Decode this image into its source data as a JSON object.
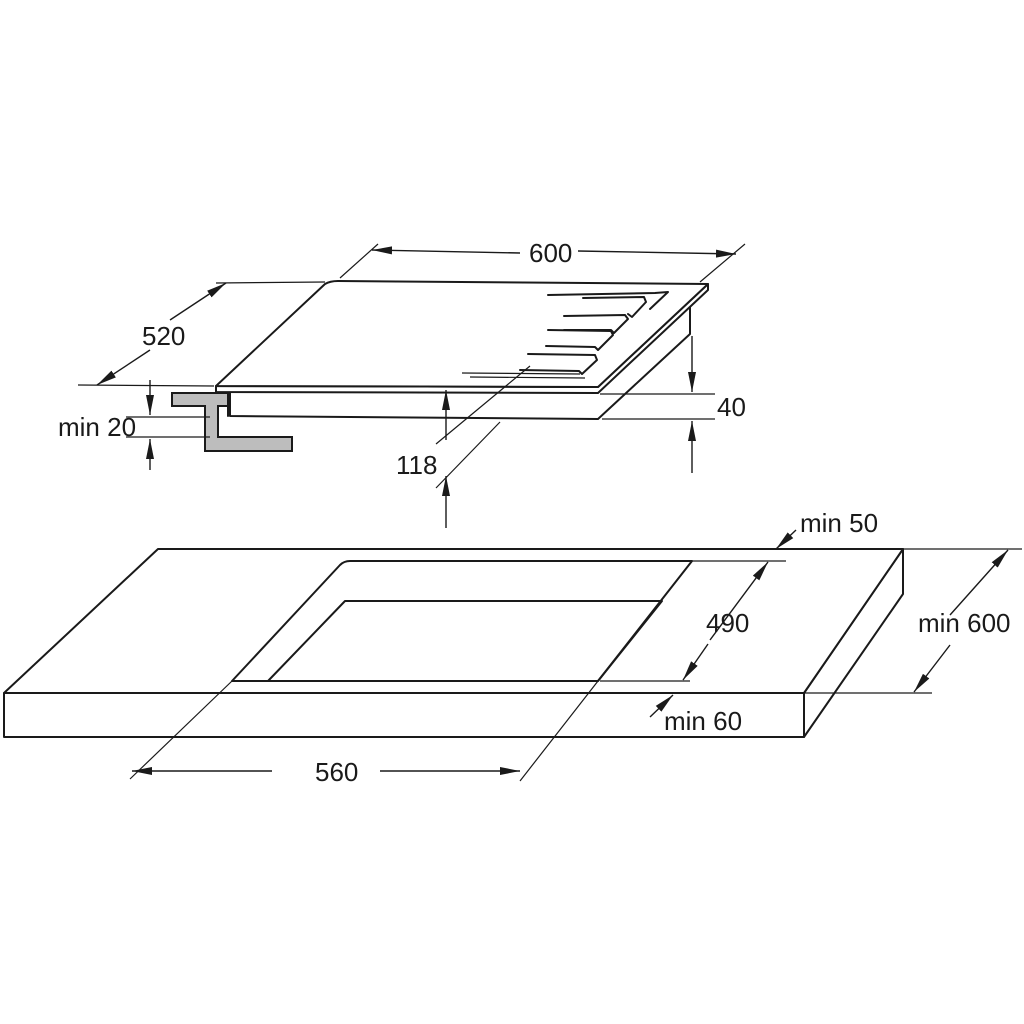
{
  "dimensions": {
    "hob_width": "600",
    "hob_depth": "520",
    "bracket_min": "min 20",
    "hob_height": "40",
    "under_clearance": "118",
    "rear_margin": "min 50",
    "cutout_depth": "490",
    "worktop_depth": "min 600",
    "front_margin": "min 60",
    "cutout_width": "560"
  },
  "colors": {
    "line": "#1a1a1a",
    "bracket_fill": "#bdbdbd",
    "background": "#ffffff"
  }
}
